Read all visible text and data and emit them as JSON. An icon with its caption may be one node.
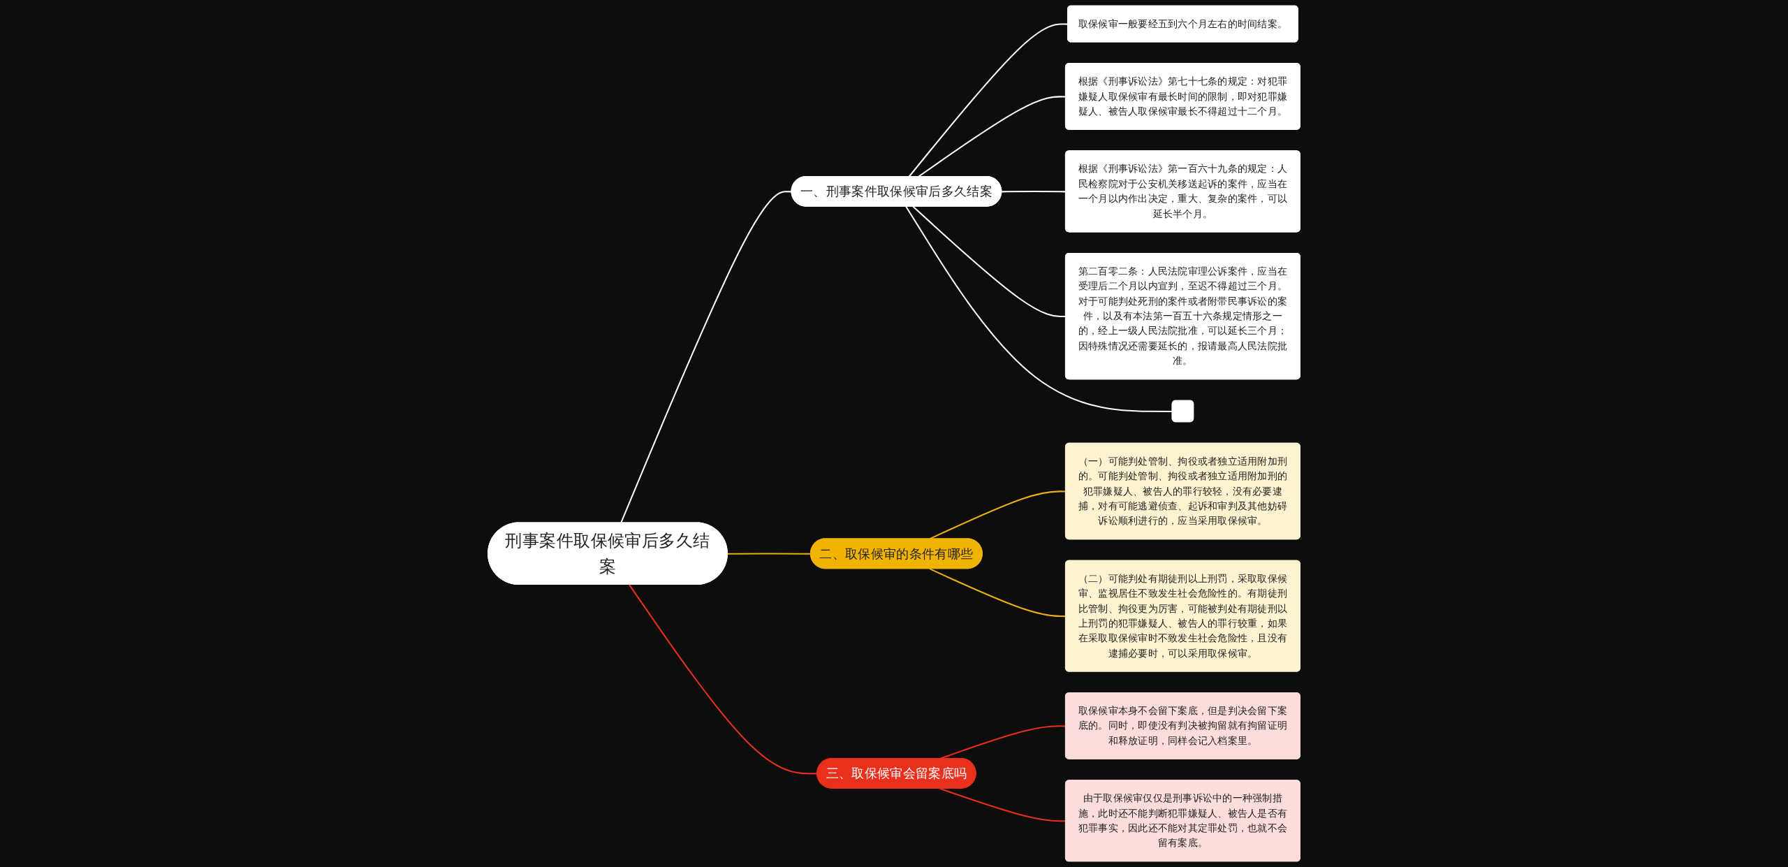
{
  "diagram": {
    "nodes": [
      {
        "text": [
          "刑事案件取保候审后多久结案"
        ]
      },
      {
        "text": [
          "一、刑事案件取保候审后多久结案"
        ]
      },
      {
        "text": [
          "取保候审一般要经五到六个月左右的时间结案。"
        ]
      },
      {
        "text": [
          "根据《刑事诉讼法》第七十七条的规定：对犯罪嫌疑人取保候审有最长时间的限制，即对犯罪嫌疑人、被告人取保候审最长不得超过十二个月。"
        ]
      },
      {
        "text": [
          "根据《刑事诉讼法》第一百六十九条的规定：人民检察院对于公安机关移送起诉的案件，应当在一个月以内作出决定，重大、复杂的案件，可以延长半个月。"
        ]
      },
      {
        "text": [
          "第二百零二条：人民法院审理公诉案件，应当在受理后二个月以内宣判，至迟不得超过三个月。对于可能判处死刑的案件或者附带民事诉讼的案件，以及有本法第一百五十六条规定情形之一的，经上一级人民法院批准，可以延长三个月；因特殊情况还需要延长的，报请最高人民法院批准。"
        ]
      },
      {
        "text": [],
        "shape": "box"
      },
      {
        "text": [
          "二、取保候审的条件有哪些"
        ]
      },
      {
        "text": [
          "（一）可能判处管制、拘役或者独立适用附加刑的。可能判处管制、拘役或者独立适用附加刑的犯罪嫌疑人、被告人的罪行较轻，没有必要逮捕，对有可能逃避侦查、起诉和审判及其他妨碍诉讼顺利进行的，应当采用取保候审。"
        ]
      },
      {
        "text": [
          "（二）可能判处有期徒刑以上刑罚，采取取保候审、监视居住不致发生社会危险性的。有期徒刑比管制、拘役更为厉害，可能被判处有期徒刑以上刑罚的犯罪嫌疑人、被告人的罪行较重，如果在采取取保候审时不致发生社会危险性，且没有逮捕必要时，可以采用取保候审。"
        ]
      },
      {
        "text": [
          "三、取保候审会留案底吗"
        ]
      },
      {
        "text": [
          "取保候审本身不会留下案底，但是判决会留下案底的。同时，即使没有判决被拘留就有拘留证明和释放证明，同样会记入档案里。"
        ]
      },
      {
        "text": [
          "由于取保候审仅仅是刑事诉讼中的一种强制措施，此时还不能判断犯罪嫌疑人、被告人是否有犯罪事实，因此还不能对其定罪处罚，也就不会留有案底。"
        ]
      }
    ],
    "edges": [
      {
        "from": 0,
        "to": 1,
        "arrow": "none"
      },
      {
        "from": 1,
        "to": 2,
        "arrow": "none"
      },
      {
        "from": 1,
        "to": 3,
        "arrow": "none"
      },
      {
        "from": 1,
        "to": 4,
        "arrow": "none"
      },
      {
        "from": 1,
        "to": 5,
        "arrow": "none"
      },
      {
        "from": 1,
        "to": 6,
        "arrow": "none"
      },
      {
        "from": 0,
        "to": 7,
        "arrow": "none",
        "color": "#e8b010"
      },
      {
        "from": 7,
        "to": 8,
        "arrow": "none",
        "color": "#e8b010"
      },
      {
        "from": 7,
        "to": 9,
        "arrow": "none",
        "color": "#e8b010"
      },
      {
        "from": 0,
        "to": 10,
        "arrow": "none",
        "color": "#e8301c"
      },
      {
        "from": 10,
        "to": 11,
        "arrow": "none",
        "color": "#e8301c"
      },
      {
        "from": 10,
        "to": 12,
        "arrow": "none",
        "color": "#e8301c"
      }
    ]
  }
}
